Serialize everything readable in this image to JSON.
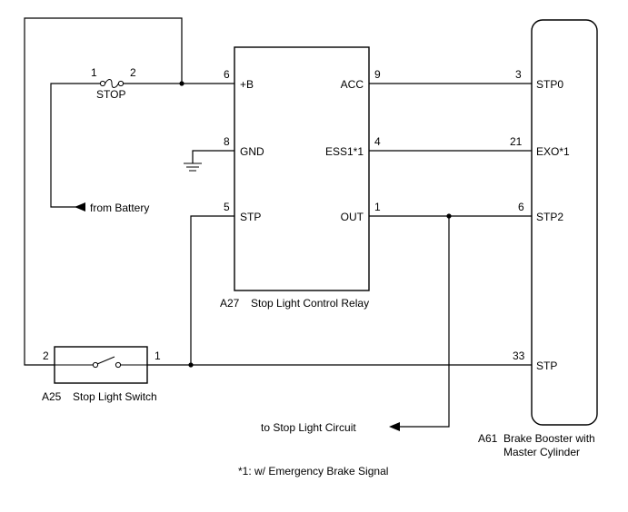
{
  "relay": {
    "code": "A27",
    "name": "Stop Light Control Relay",
    "pins": {
      "bplus": {
        "num": "6",
        "label": "+B"
      },
      "gnd": {
        "num": "8",
        "label": "GND"
      },
      "stp": {
        "num": "5",
        "label": "STP"
      },
      "acc": {
        "num": "9",
        "label": "ACC"
      },
      "ess": {
        "num": "4",
        "label": "ESS1*1"
      },
      "out": {
        "num": "1",
        "label": "OUT"
      }
    }
  },
  "booster": {
    "code": "A61",
    "name_line1": "Brake Booster with",
    "name_line2": "Master Cylinder",
    "pins": {
      "stp0": {
        "num": "3",
        "label": "STP0"
      },
      "exo": {
        "num": "21",
        "label": "EXO*1"
      },
      "stp2": {
        "num": "6",
        "label": "STP2"
      },
      "stp": {
        "num": "33",
        "label": "STP"
      }
    }
  },
  "fuse": {
    "name": "STOP",
    "pin_left": "1",
    "pin_right": "2"
  },
  "switch": {
    "code": "A25",
    "name": "Stop Light Switch",
    "pin_left": "2",
    "pin_right": "1"
  },
  "labels": {
    "from_battery": "from Battery",
    "to_stop_light": "to Stop Light Circuit",
    "footnote": "*1: w/ Emergency Brake Signal"
  }
}
